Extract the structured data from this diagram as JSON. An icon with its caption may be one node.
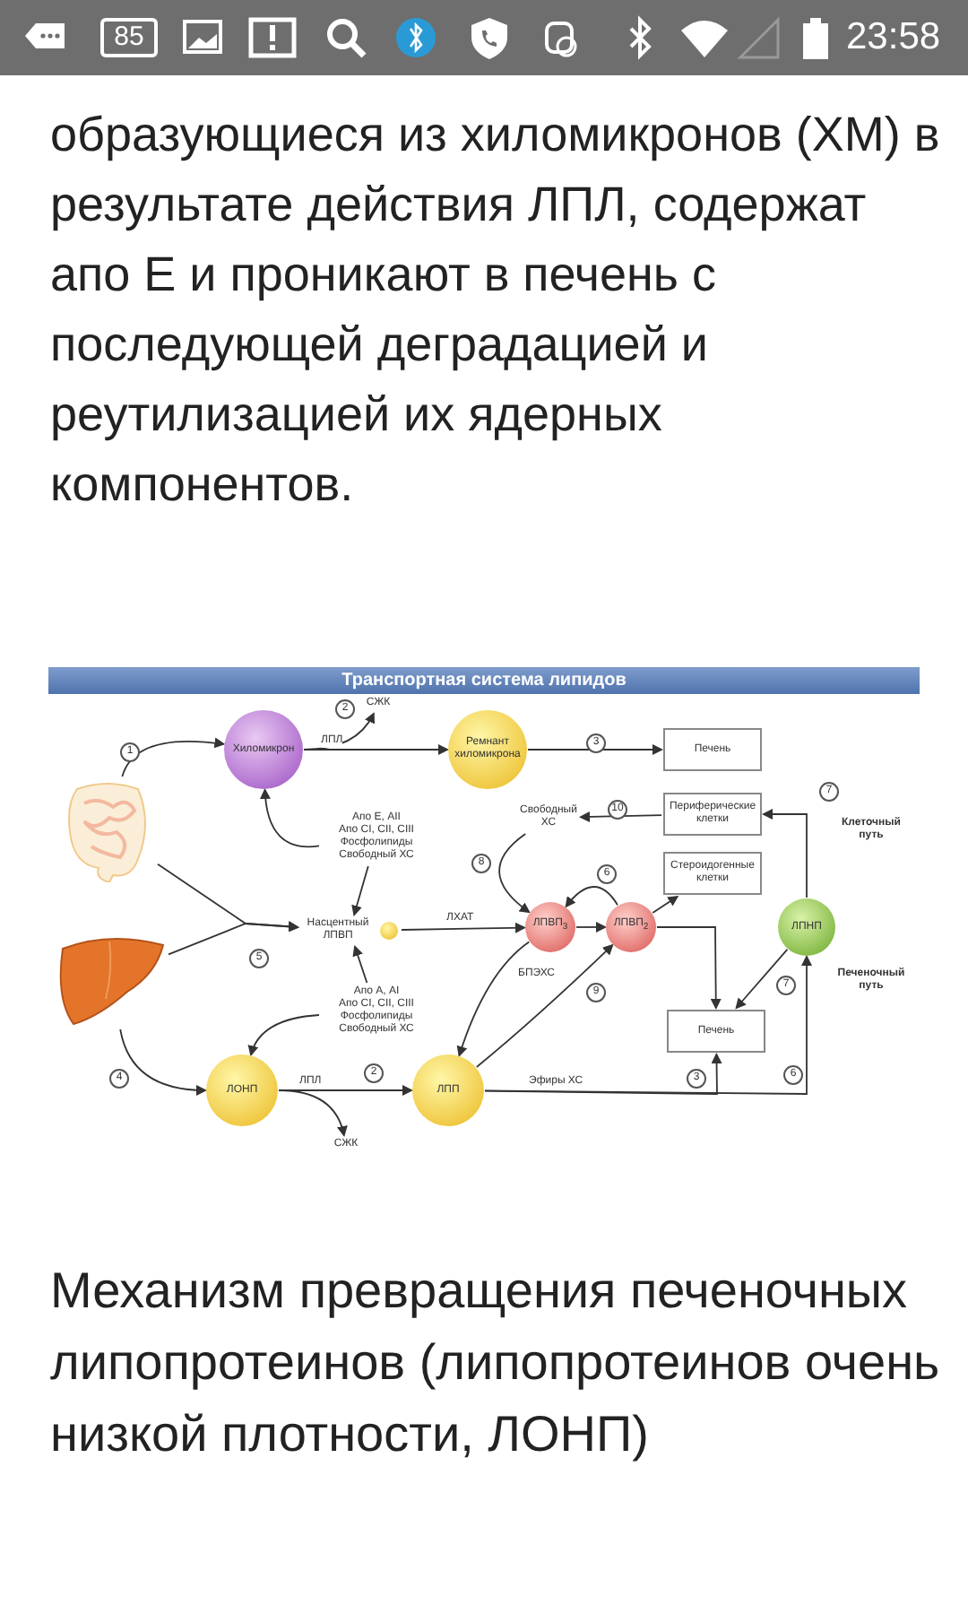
{
  "diagram": {
    "title": "Транспортная система липидов",
    "nodes": [
      {
        "text": [
          "Хиломикрон"
        ]
      },
      {
        "text": [
          "Ремнант хиломикрона"
        ]
      },
      {
        "text": [
          "Печень"
        ]
      },
      {
        "text": [
          "Периферические клетки"
        ]
      },
      {
        "text": [
          "Стероидогенные клетки"
        ]
      },
      {
        "text": [
          "Свободный ХС"
        ]
      },
      {
        "text": [
          "Насцентный ЛПВП"
        ]
      },
      {
        "text": [
          "ЛПВП$_{3}$"
        ]
      },
      {
        "text": [
          "ЛПВП$_{2}$"
        ]
      },
      {
        "text": [
          "ЛПНП"
        ]
      },
      {
        "text": [
          "Печень"
        ]
      },
      {
        "text": [
          "ЛОНП"
        ]
      },
      {
        "text": [
          "ЛПП"
        ]
      },
      {
        "text": [],
        "shape": "picture"
      },
      {
        "text": [],
        "shape": "picture"
      },
      {
        "text": [
          "СЖК"
        ]
      },
      {
        "text": [
          "СЖК"
        ]
      },
      {
        "text": [
          "Апо Е, АII",
          "Апо СI, СII, СIII",
          "Фосфолипиды",
          "Свободный ХС"
        ]
      },
      {
        "text": [
          "Апо А, АI",
          "Апо СI, СII, СIII",
          "Фосфолипиды",
          "Свободный ХС"
        ]
      }
    ],
    "edges": [
      {
        "from": 13,
        "to": 0,
        "arrow": "to",
        "label": "1"
      },
      {
        "from": 0,
        "to": 1,
        "arrow": "to",
        "label": "ЛПЛ"
      },
      {
        "from": 0,
        "to": 15,
        "arrow": "to",
        "label": "2"
      },
      {
        "from": 1,
        "to": 2,
        "arrow": "to",
        "label": "3"
      },
      {
        "from": 17,
        "to": 0,
        "arrow": "to"
      },
      {
        "from": 17,
        "to": 6,
        "arrow": "to"
      },
      {
        "from": 13,
        "to": 6,
        "arrow": "to"
      },
      {
        "from": 14,
        "to": 6,
        "arrow": "to",
        "label": "5"
      },
      {
        "from": 6,
        "to": 7,
        "arrow": "to",
        "label": "ЛХАТ"
      },
      {
        "from": 18,
        "to": 6,
        "arrow": "to"
      },
      {
        "from": 18,
        "to": 11,
        "arrow": "to"
      },
      {
        "from": 14,
        "to": 11,
        "arrow": "to",
        "label": "4"
      },
      {
        "from": 11,
        "to": 12,
        "arrow": "to",
        "label": "ЛПЛ"
      },
      {
        "from": 11,
        "to": 16,
        "arrow": "to"
      },
      {
        "from": 7,
        "to": 8,
        "arrow": "to"
      },
      {
        "from": 8,
        "to": 7,
        "arrow": "to",
        "label": "6"
      },
      {
        "from": 8,
        "to": 4,
        "arrow": "to"
      },
      {
        "from": 8,
        "to": 10,
        "arrow": "to"
      },
      {
        "from": 9,
        "to": 3,
        "arrow": "to",
        "label": "7"
      },
      {
        "from": 9,
        "to": 10,
        "arrow": "to",
        "label": "7"
      },
      {
        "from": 3,
        "to": 5,
        "arrow": "to",
        "label": "10"
      },
      {
        "from": 5,
        "to": 7,
        "arrow": "to",
        "label": "8"
      },
      {
        "from": 12,
        "to": 10,
        "arrow": "to",
        "label": "3"
      },
      {
        "from": 12,
        "to": 9,
        "arrow": "to",
        "label": "6"
      },
      {
        "from": 12,
        "to": 8,
        "arrow": "to",
        "label": "9"
      },
      {
        "from": 7,
        "to": 12,
        "arrow": "to"
      }
    ],
    "labels": [
      "85",
      "23:58",
      "образующиеся из хиломикронов (ХМ) в результате действия ЛПЛ, содержат апо Е и проникают в печень с последующей деградацией и реутилизацией их ядерных компонентов.",
      "2",
      "Эфиры ХС",
      "БПЭХС",
      "Клеточный путь",
      "Печеночный путь",
      "Механизм превращения печеночных липопротеинов (липопротеинов очень низкой плотности, ЛОНП)"
    ]
  }
}
